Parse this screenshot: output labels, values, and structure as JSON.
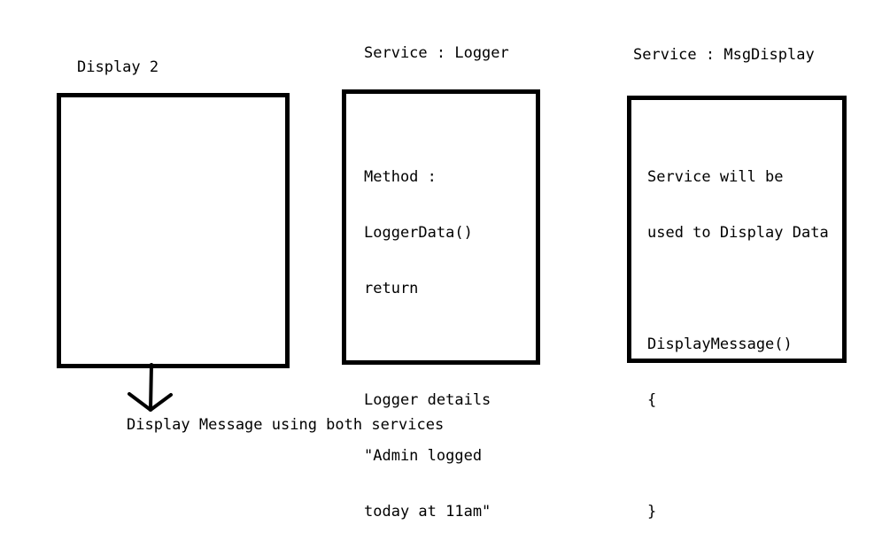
{
  "display2": {
    "title": "Display 2",
    "caption": "Display Message using both services"
  },
  "logger": {
    "title": "Service : Logger",
    "lines": [
      "Method :",
      "LoggerData()",
      "return",
      "",
      "Logger details",
      "\"Admin logged",
      "today at 11am\""
    ]
  },
  "msgdisplay": {
    "title": "Service : MsgDisplay",
    "lines": [
      "Service will be",
      "used to Display Data",
      "",
      "DisplayMessage()",
      "{",
      "",
      "}"
    ]
  },
  "colors": {
    "stroke": "#000000",
    "background": "#ffffff"
  }
}
